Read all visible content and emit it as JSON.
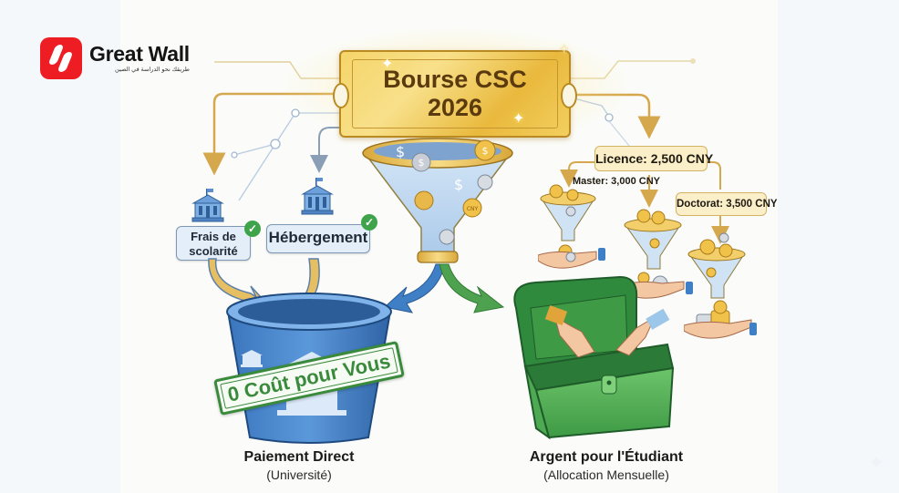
{
  "brand": {
    "name": "Great Wall",
    "tagline": "طريقك نحو الدراسة في الصين",
    "color": "#ee1d23"
  },
  "header": {
    "title_line1": "Bourse CSC",
    "title_line2": "2026"
  },
  "left_branch": {
    "items": [
      {
        "label_line1": "Frais de",
        "label_line2": "scolarité",
        "icon": "university-icon",
        "status": "check"
      },
      {
        "label_line1": "Hébergement",
        "label_line2": "",
        "icon": "university-icon",
        "status": "check"
      }
    ],
    "stamp": "0 Coût pour Vous",
    "caption_title": "Paiement Direct",
    "caption_sub": "(Université)",
    "color": "#3f7fc6"
  },
  "right_branch": {
    "levels": [
      {
        "label": "Licence: 2,500 CNY"
      },
      {
        "label": "Master: 3,000 CNY"
      },
      {
        "label": "Doctorat: 3,500 CNY"
      }
    ],
    "caption_title": "Argent pour l'Étudiant",
    "caption_sub": "(Allocation Mensuelle)",
    "color": "#3f9a45"
  },
  "colors": {
    "gold": "#e9b93d",
    "blue": "#3f7fc6",
    "green": "#3f9a45"
  }
}
